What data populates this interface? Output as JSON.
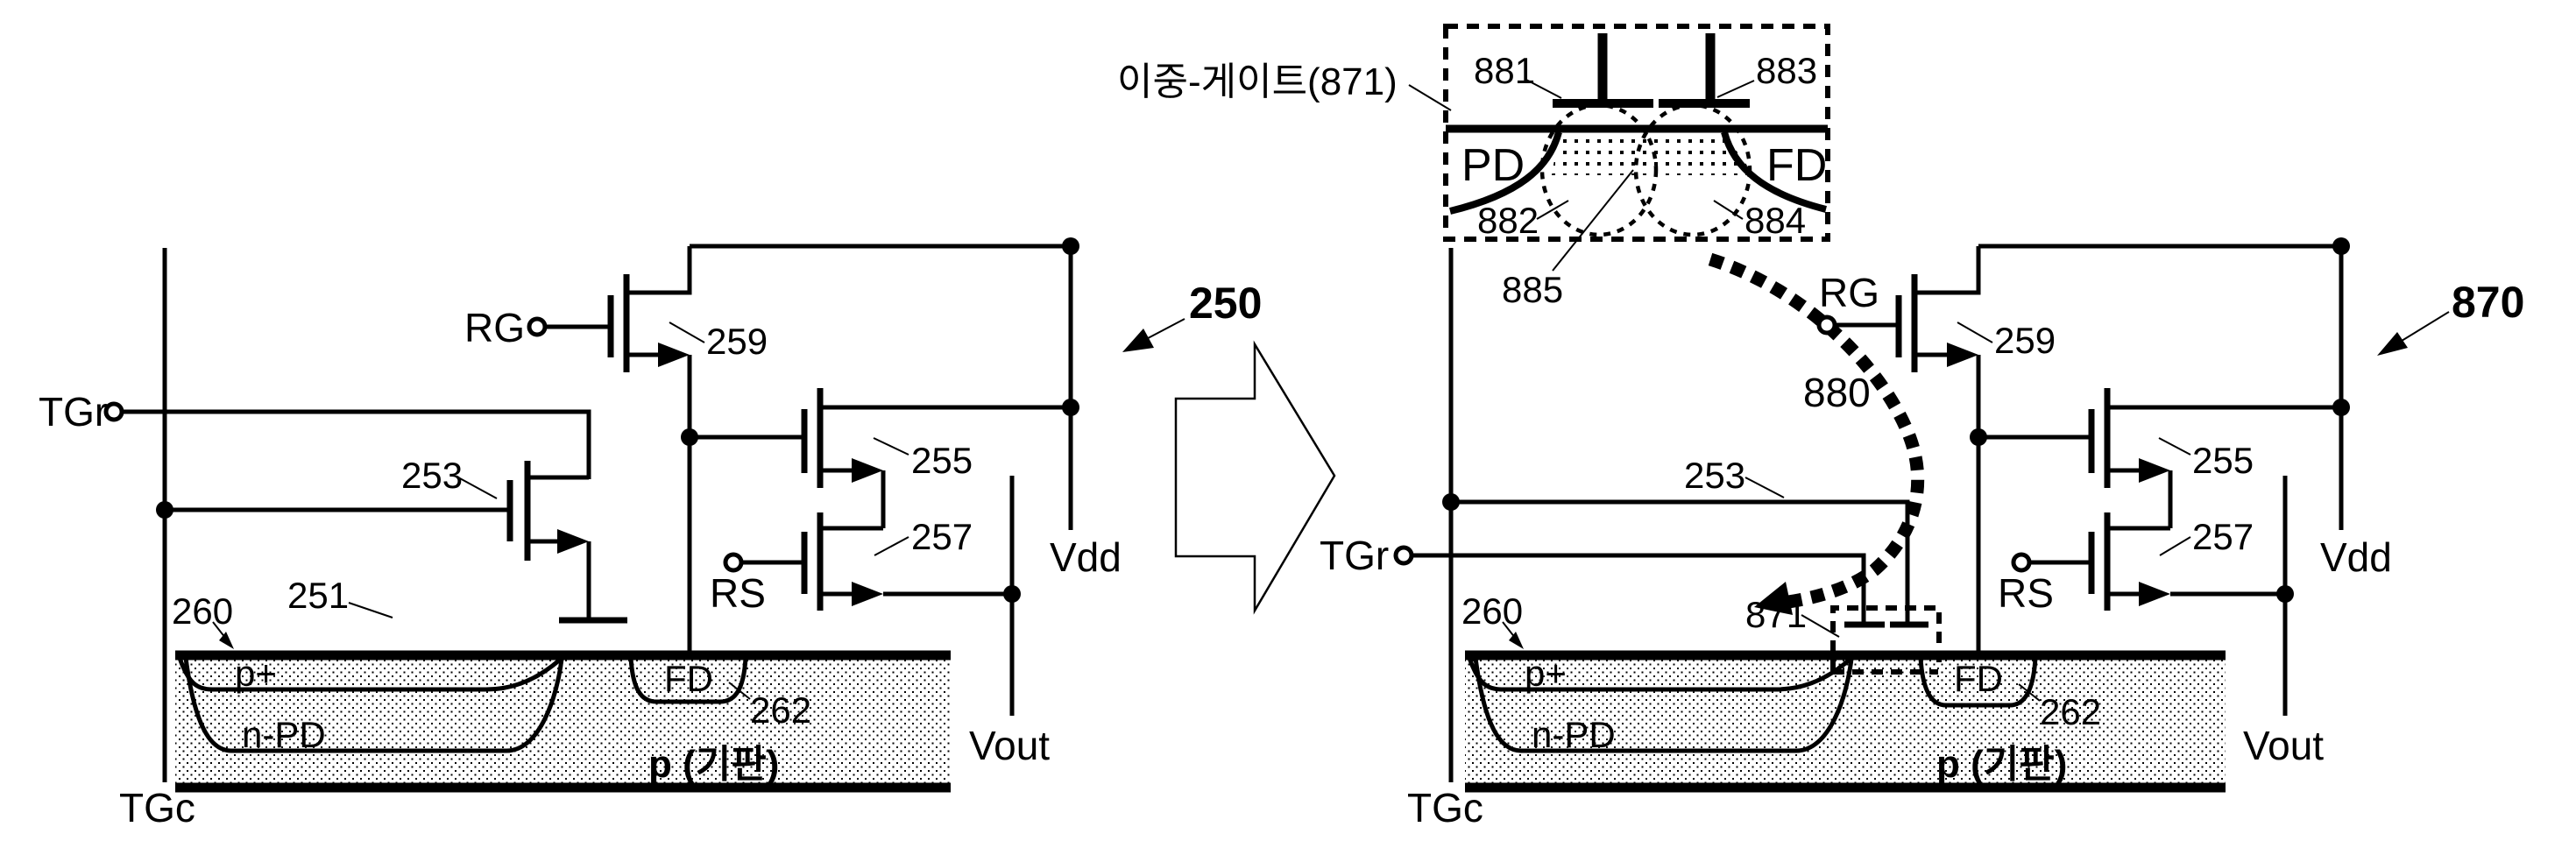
{
  "figure": {
    "colors": {
      "ink": "#000000",
      "paper": "#ffffff"
    },
    "inset": {
      "title": "이중-게이트(871)",
      "gate_left": "881",
      "gate_right": "883",
      "region_left": "PD",
      "region_right": "FD",
      "depletion_left": "882",
      "depletion_right": "884",
      "overlap": "885"
    },
    "left_circuit": {
      "ref": "250",
      "tgr": "TGr",
      "tgc": "TGc",
      "rg": "RG",
      "rs": "RS",
      "vdd": "Vdd",
      "vout": "Vout",
      "transfer": "253",
      "photodiode": "251",
      "source_follower": "255",
      "row_select": "257",
      "reset": "259",
      "surface": "260",
      "fd_implant": "262",
      "p_plus": "p+",
      "n_pd": "n-PD",
      "fd": "FD",
      "substrate": "p (기판)"
    },
    "right_circuit": {
      "ref": "870",
      "tgr": "TGr",
      "tgc": "TGc",
      "rg": "RG",
      "rs": "RS",
      "vdd": "Vdd",
      "vout": "Vout",
      "transfer_wire": "253",
      "dual_gate": "871",
      "charge_path": "880",
      "source_follower": "255",
      "row_select": "257",
      "reset": "259",
      "surface": "260",
      "fd_implant": "262",
      "p_plus": "p+",
      "n_pd": "n-PD",
      "fd": "FD",
      "substrate": "p (기판)"
    }
  }
}
